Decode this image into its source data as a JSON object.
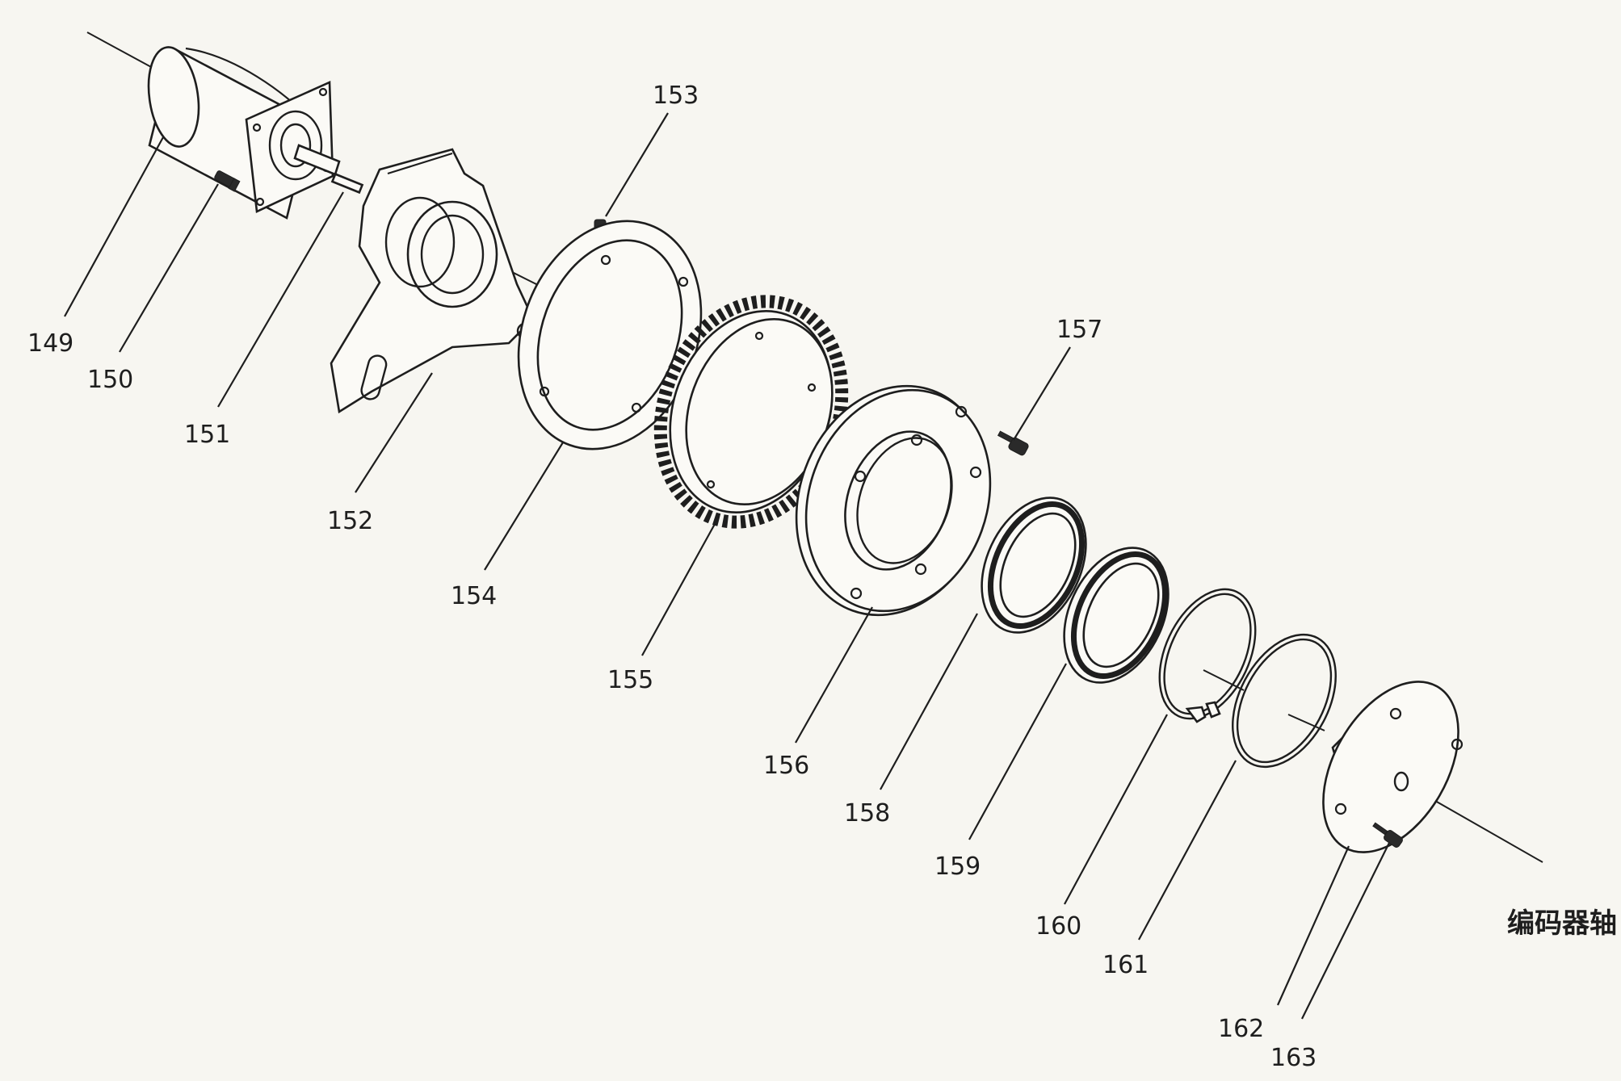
{
  "diagram": {
    "labels": {
      "p149": "149",
      "p150": "150",
      "p151": "151",
      "p152": "152",
      "p153": "153",
      "p154": "154",
      "p155": "155",
      "p156": "156",
      "p157": "157",
      "p158": "158",
      "p159": "159",
      "p160": "160",
      "p161": "161",
      "p162": "162",
      "p163": "163",
      "encoder_shaft": "编码器轴"
    }
  }
}
